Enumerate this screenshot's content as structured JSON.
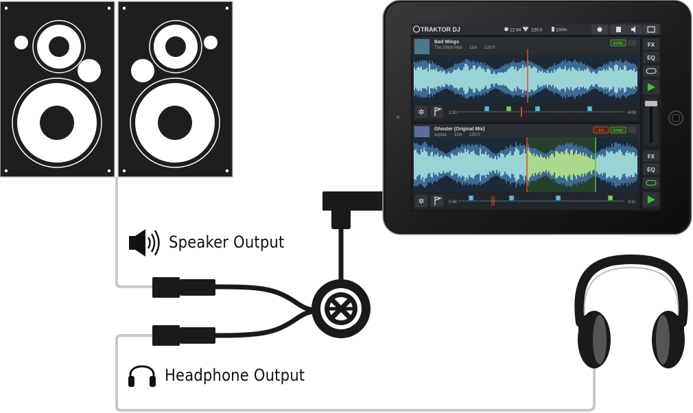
{
  "labels": {
    "speaker_output": "Speaker Output",
    "headphone_output": "Headphone Output"
  },
  "app": {
    "name": "TRAKTOR DJ",
    "status": {
      "time": "12:34",
      "bpm": "120.0",
      "battery": "100%"
    },
    "side_buttons": {
      "fx": "FX",
      "eq": "EQ"
    },
    "deck_a": {
      "title": "Bad Wings",
      "artist": "The Glitch Mob",
      "length": "11m",
      "bpm": "120.0",
      "sync_label": "SYNC",
      "elapsed": "2:30",
      "remaining": "4:08",
      "cue_numbers": [
        "1",
        "2",
        "3",
        "4"
      ]
    },
    "deck_b": {
      "title": "Ghoster (Original Mix)",
      "artist": "supra1",
      "length": "12m",
      "bpm": "120.0",
      "fx_label": "FX",
      "sync_label": "SYNC",
      "elapsed": "0:48",
      "remaining": "3:11",
      "cue_numbers": [
        "1",
        "2",
        "3",
        "4"
      ]
    }
  },
  "colors": {
    "cable": "#1a1a1a",
    "cable_outline": "#c8c8c8",
    "speaker_body": "#1e1e1e",
    "waveform_blue": "#9ad3d6",
    "waveform_dark": "#3d6a96",
    "waveform_green": "#a9d88a",
    "sync_green": "#5bbf3a",
    "play_green": "#3cc23c",
    "playhead": "#e04a1a"
  },
  "icons": [
    "speaker-icon",
    "headphone-icon",
    "traktor-logo-icon",
    "play-icon",
    "snowflake-icon",
    "flag-icon"
  ]
}
